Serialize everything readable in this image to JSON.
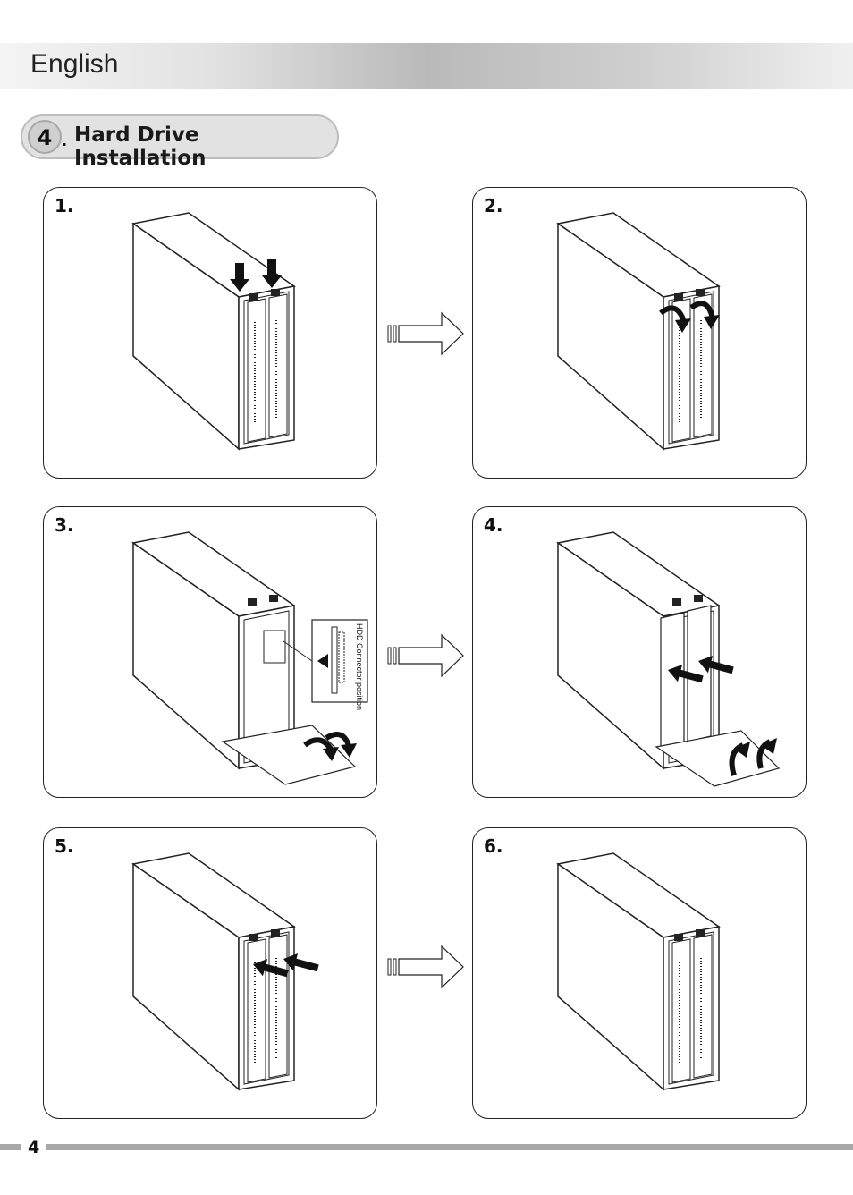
{
  "header": {
    "language": "English"
  },
  "section": {
    "number": "4",
    "separator": ".",
    "title": "Hard Drive Installation"
  },
  "steps": [
    {
      "label": "1."
    },
    {
      "label": "2."
    },
    {
      "label": "3.",
      "callout": "HDD Connector position"
    },
    {
      "label": "4."
    },
    {
      "label": "5."
    },
    {
      "label": "6."
    }
  ],
  "footer": {
    "page_number": "4"
  }
}
